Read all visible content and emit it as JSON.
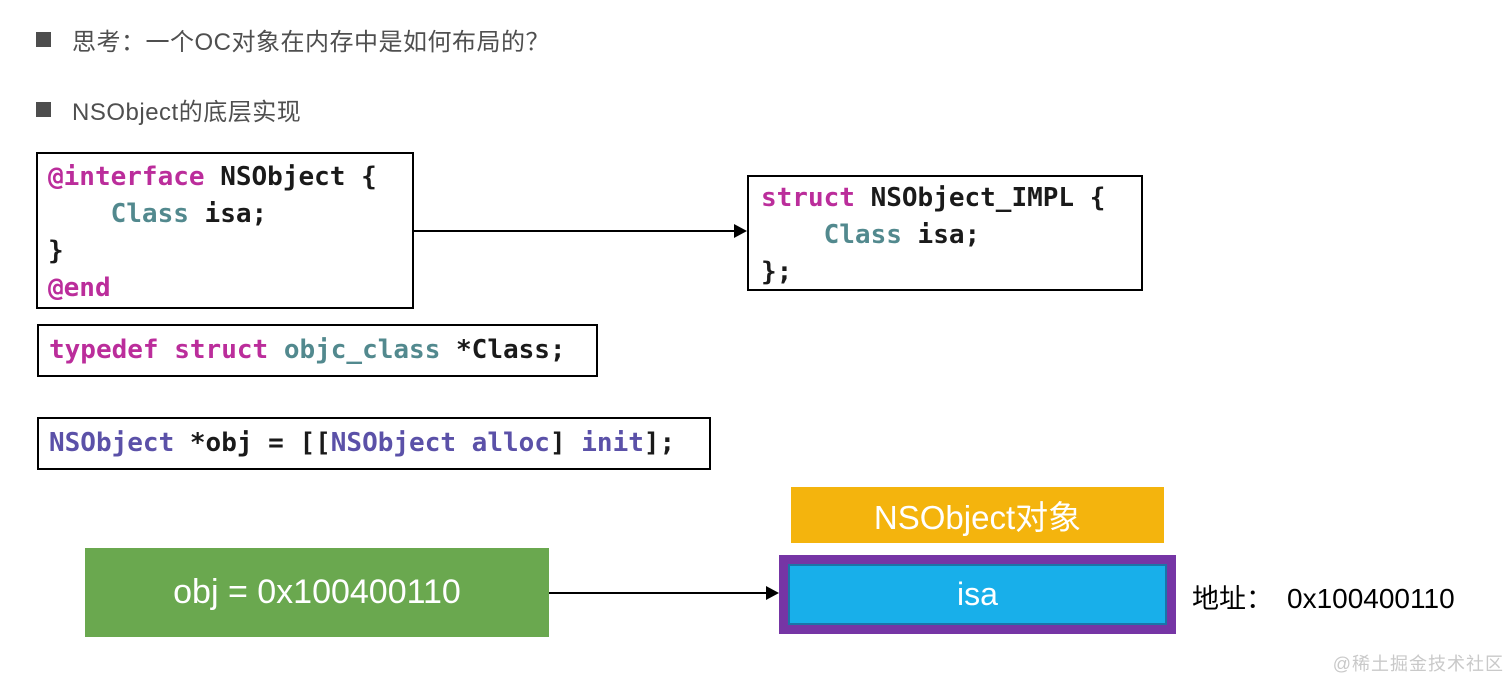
{
  "bullets": [
    {
      "text": "思考：一个OC对象在内存中是如何布局的？"
    },
    {
      "text": "NSObject的底层实现"
    }
  ],
  "syntax_colors": {
    "keyword": "#bb2d9b",
    "type": "#52898e",
    "objc": "#5b51a8",
    "plain": "#1a1a1a"
  },
  "code_boxes": {
    "interface": {
      "lines": [
        [
          {
            "t": "@interface",
            "c": "keyword"
          },
          {
            "t": " NSObject {",
            "c": "plain"
          }
        ],
        [
          {
            "t": "    ",
            "c": "plain"
          },
          {
            "t": "Class",
            "c": "type"
          },
          {
            "t": " isa;",
            "c": "plain"
          }
        ],
        [
          {
            "t": "}",
            "c": "plain"
          }
        ],
        [
          {
            "t": "@end",
            "c": "keyword"
          }
        ]
      ]
    },
    "struct_impl": {
      "lines": [
        [
          {
            "t": "struct",
            "c": "keyword"
          },
          {
            "t": " NSObject_IMPL {",
            "c": "plain"
          }
        ],
        [
          {
            "t": "    ",
            "c": "plain"
          },
          {
            "t": "Class",
            "c": "type"
          },
          {
            "t": " isa;",
            "c": "plain"
          }
        ],
        [
          {
            "t": "};",
            "c": "plain"
          }
        ]
      ]
    },
    "typedef": {
      "lines": [
        [
          {
            "t": "typedef",
            "c": "keyword"
          },
          {
            "t": " ",
            "c": "plain"
          },
          {
            "t": "struct",
            "c": "keyword"
          },
          {
            "t": " ",
            "c": "plain"
          },
          {
            "t": "objc_class",
            "c": "type"
          },
          {
            "t": " *Class;",
            "c": "plain"
          }
        ]
      ]
    },
    "alloc": {
      "lines": [
        [
          {
            "t": "NSObject",
            "c": "objc"
          },
          {
            "t": " *obj = [[",
            "c": "plain"
          },
          {
            "t": "NSObject",
            "c": "objc"
          },
          {
            "t": " ",
            "c": "plain"
          },
          {
            "t": "alloc",
            "c": "objc"
          },
          {
            "t": "] ",
            "c": "plain"
          },
          {
            "t": "init",
            "c": "objc"
          },
          {
            "t": "];",
            "c": "plain"
          }
        ]
      ]
    }
  },
  "diagram": {
    "object_label": {
      "text": "NSObject对象",
      "bg": "#f4b40d"
    },
    "pointer_box": {
      "text": "obj = 0x100400110",
      "bg": "#6aa84f"
    },
    "isa_cell": {
      "text": "isa",
      "bg": "#18afea",
      "border": "#7635a5"
    },
    "address": {
      "label": "地址：",
      "value": "0x100400110"
    }
  },
  "watermark": {
    "text": "@稀土掘金技术社区"
  }
}
